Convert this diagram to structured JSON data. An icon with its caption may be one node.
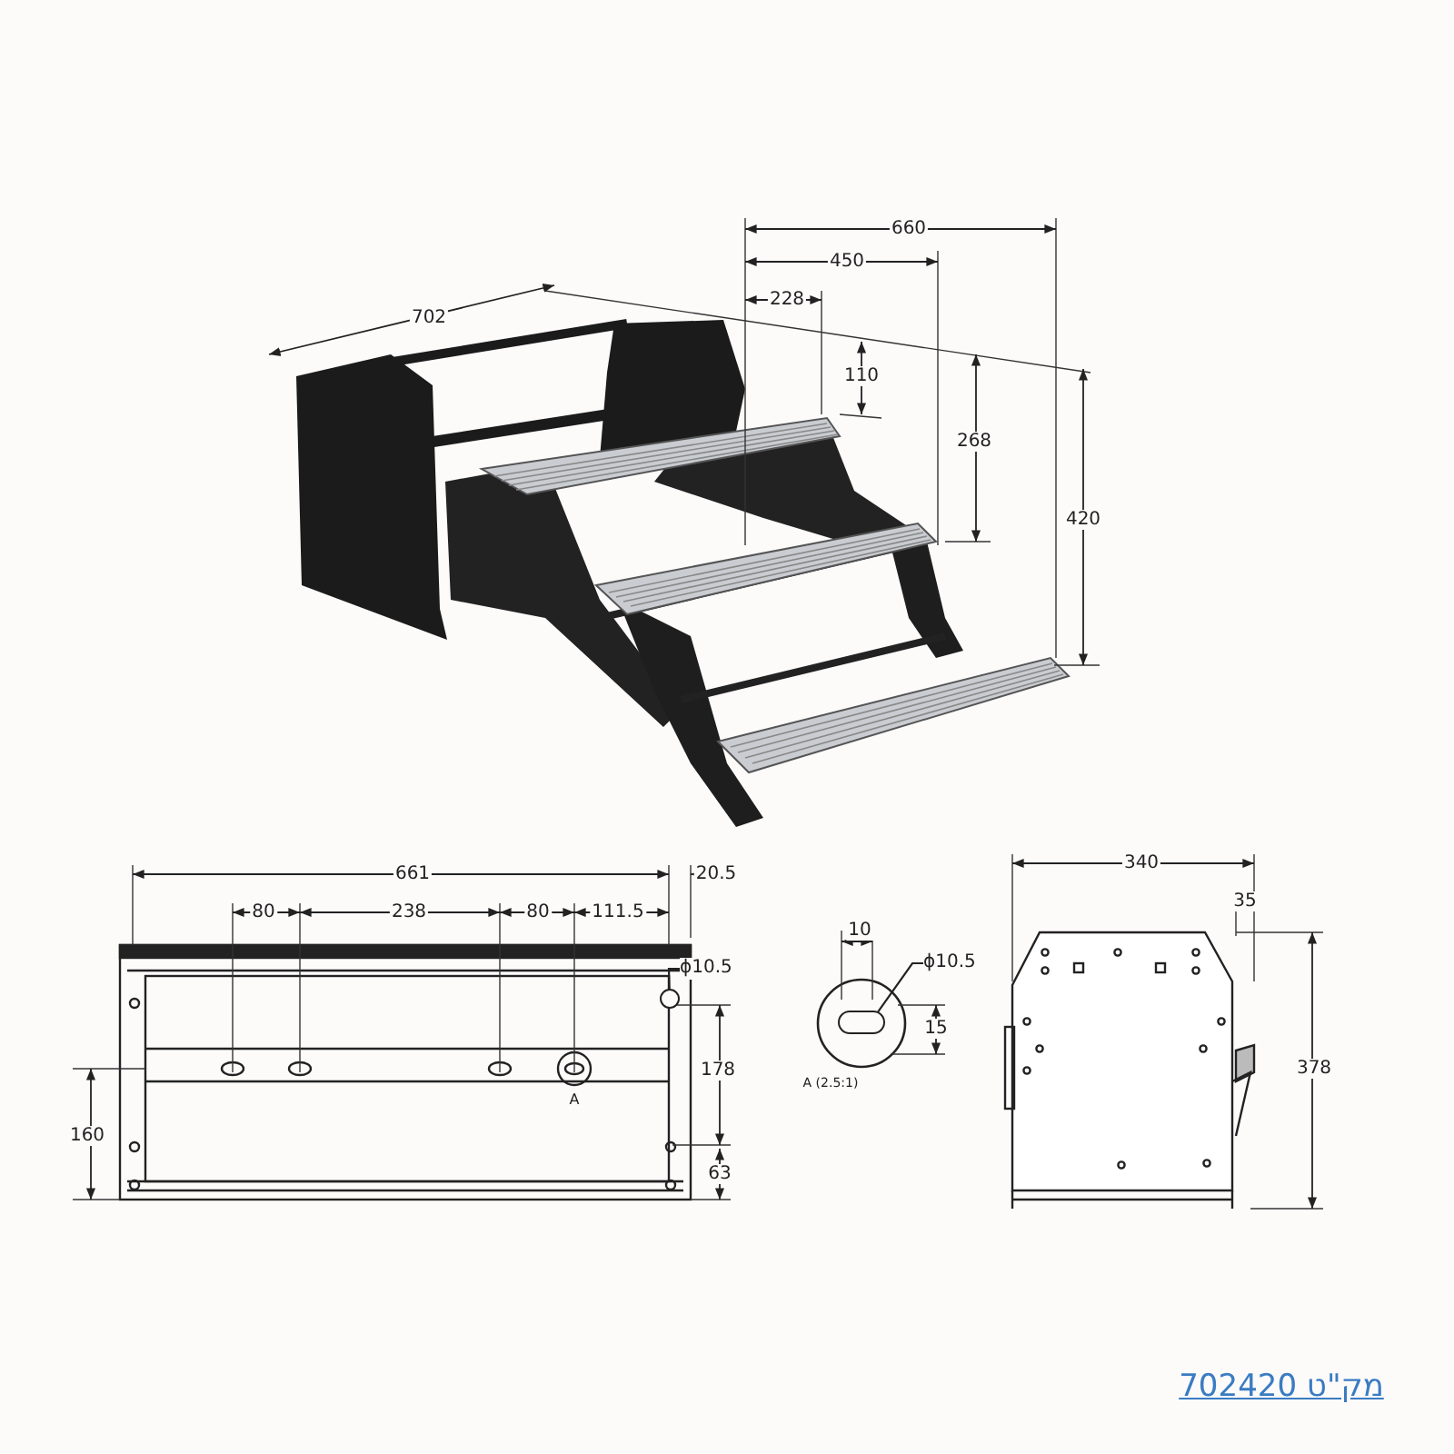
{
  "diagram": {
    "nodes": [
      {
        "text": [
          "ϕ10.5"
        ]
      },
      {
        "text": [],
        "shape": "circle"
      },
      {
        "text": [
          "ϕ10.5"
        ]
      },
      {
        "text": [],
        "shape": "slot"
      }
    ],
    "edges": [
      {
        "from": 0,
        "to": 1,
        "arrow": "none"
      },
      {
        "from": 2,
        "to": 3,
        "arrow": "none"
      }
    ],
    "labels": [
      "660",
      "450",
      "702",
      "228",
      "110",
      "268",
      "420",
      "661",
      "20.5",
      "80",
      "238",
      "80",
      "111.5",
      "178",
      "160",
      "63",
      "A",
      "10",
      "15",
      "A (2.5:1)",
      "340",
      "35",
      "378",
      "מק\"ט 702420"
    ]
  }
}
